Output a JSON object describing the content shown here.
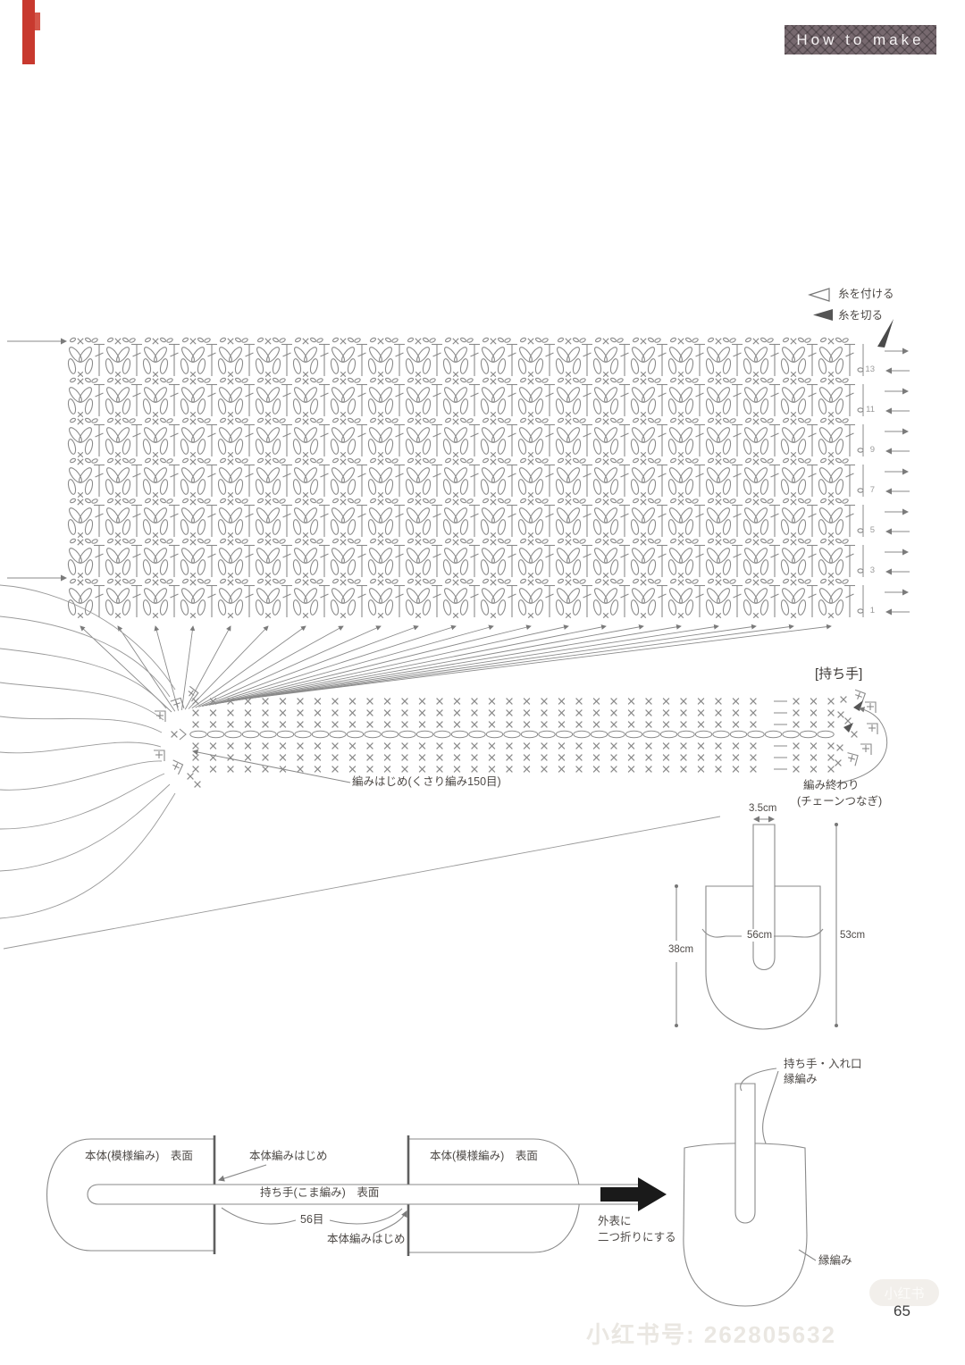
{
  "header": {
    "badge_label": "How to make"
  },
  "legend": {
    "attach_yarn": "糸を付ける",
    "cut_yarn": "糸を切る"
  },
  "stitch_chart": {
    "bands": 7,
    "motifs_per_band": 21,
    "row_numbers": [
      "13",
      "11",
      "9",
      "7",
      "5",
      "3",
      "1"
    ]
  },
  "handle_chart": {
    "title": "[持ち手]",
    "start_note": "編みはじめ(くさり編み150目)",
    "end_note_line1": "編み終わり",
    "end_note_line2": "(チェーンつなぎ)"
  },
  "size_diagram": {
    "handle_width": "3.5cm",
    "body_height": "38cm",
    "body_width": "56cm",
    "total_height": "53cm"
  },
  "assembly_diagram": {
    "left_piece_label": "本体(模様編み)　表面",
    "right_piece_label": "本体(模様編み)　表面",
    "handle_label": "持ち手(こま編み)　表面",
    "body_start_top": "本体編みはじめ",
    "body_start_bottom": "本体編みはじめ",
    "stitch_count": "56目",
    "fold_note_line1": "外表に",
    "fold_note_line2": "二つ折りにする"
  },
  "finished_diagram": {
    "handle_opening_label_line1": "持ち手・入れ口",
    "handle_opening_label_line2": "縁編み",
    "edging_label": "縁編み"
  },
  "footer": {
    "page_number": "65",
    "watermark_badge": "小红书",
    "watermark_id": "小红书号: 262805632"
  }
}
